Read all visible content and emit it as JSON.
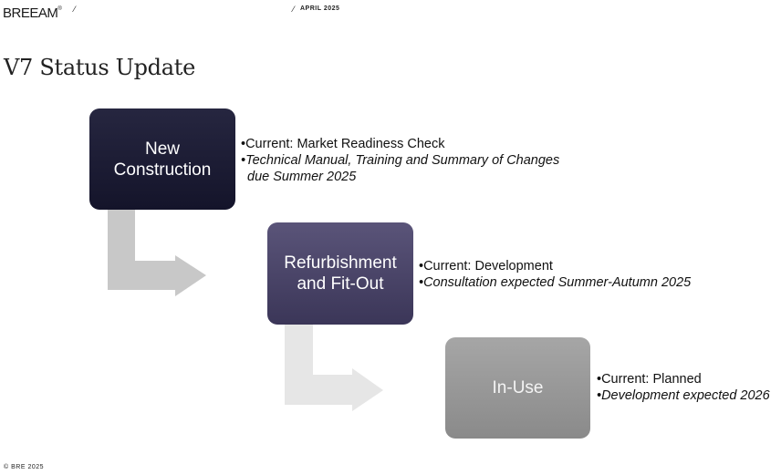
{
  "header": {
    "logo_text": "BREEAM",
    "logo_mark": "®",
    "date": "APRIL 2025"
  },
  "title": "V7 Status Update",
  "stages": [
    {
      "label_line1": "New",
      "label_line2": "Construction",
      "bullets": [
        "•Current: Market Readiness Check",
        "•Technical Manual, Training and Summary of Changes",
        "due Summer 2025"
      ]
    },
    {
      "label_line1": "Refurbishment",
      "label_line2": "and Fit-Out",
      "bullets": [
        "•Current: Development",
        "•Consultation expected Summer-Autumn 2025"
      ]
    },
    {
      "label_line1": "In-Use",
      "label_line2": "",
      "bullets": [
        "•Current: Planned",
        "•Development expected 2026"
      ]
    }
  ],
  "footer": "© BRE 2025",
  "colors": {
    "stage1": "#1c1c34",
    "stage2": "#4a4569",
    "stage3": "#979797",
    "arrow1": "#c8c8c8",
    "arrow2": "#e6e6e6"
  }
}
